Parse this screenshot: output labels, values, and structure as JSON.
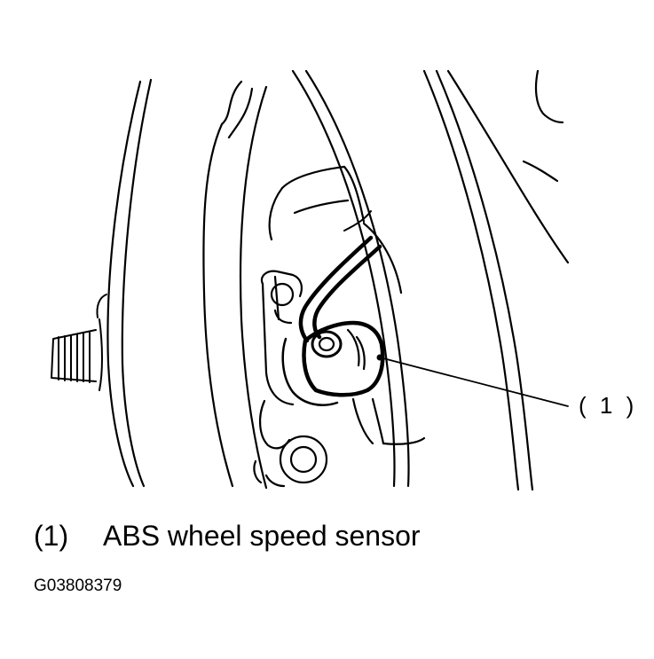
{
  "callout": {
    "label": "( 1 )"
  },
  "caption": {
    "number": "(1)",
    "text": "ABS wheel speed sensor"
  },
  "figure_id": "G03808379"
}
